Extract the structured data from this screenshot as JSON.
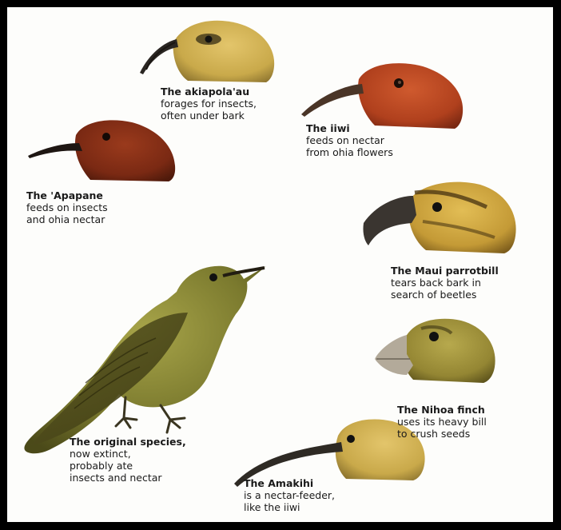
{
  "birds": [
    {
      "id": "akiapolaau",
      "name": "The akiapola'au",
      "desc": [
        "forages for insects,",
        "often under bark"
      ]
    },
    {
      "id": "iiwi",
      "name": "The iiwi",
      "desc": [
        "feeds on nectar",
        "from ohia flowers"
      ]
    },
    {
      "id": "apapane",
      "name": "The 'Apapane",
      "desc": [
        "feeds on insects",
        "and ohia nectar"
      ]
    },
    {
      "id": "maui-parrotbill",
      "name": "The Maui parrotbill",
      "desc": [
        "tears back bark in",
        "search of beetles"
      ]
    },
    {
      "id": "original-species",
      "name": "The original species,",
      "desc": [
        "now extinct,",
        "probably ate",
        "insects and nectar"
      ]
    },
    {
      "id": "nihoa-finch",
      "name": "The Nihoa finch",
      "desc": [
        "uses its heavy bill",
        "to crush seeds"
      ]
    },
    {
      "id": "amakihi",
      "name": "The Amakihi",
      "desc": [
        "is a nectar-feeder,",
        "like the iiwi"
      ]
    }
  ],
  "colors": {
    "frame": "#000000",
    "background": "#fdfdfb",
    "yellow_olive": "#c9a94a",
    "red_brown": "#b8431f",
    "dark_red_brown": "#7e2a14",
    "olive_green": "#8a8a33",
    "bill": "#2a2622"
  }
}
